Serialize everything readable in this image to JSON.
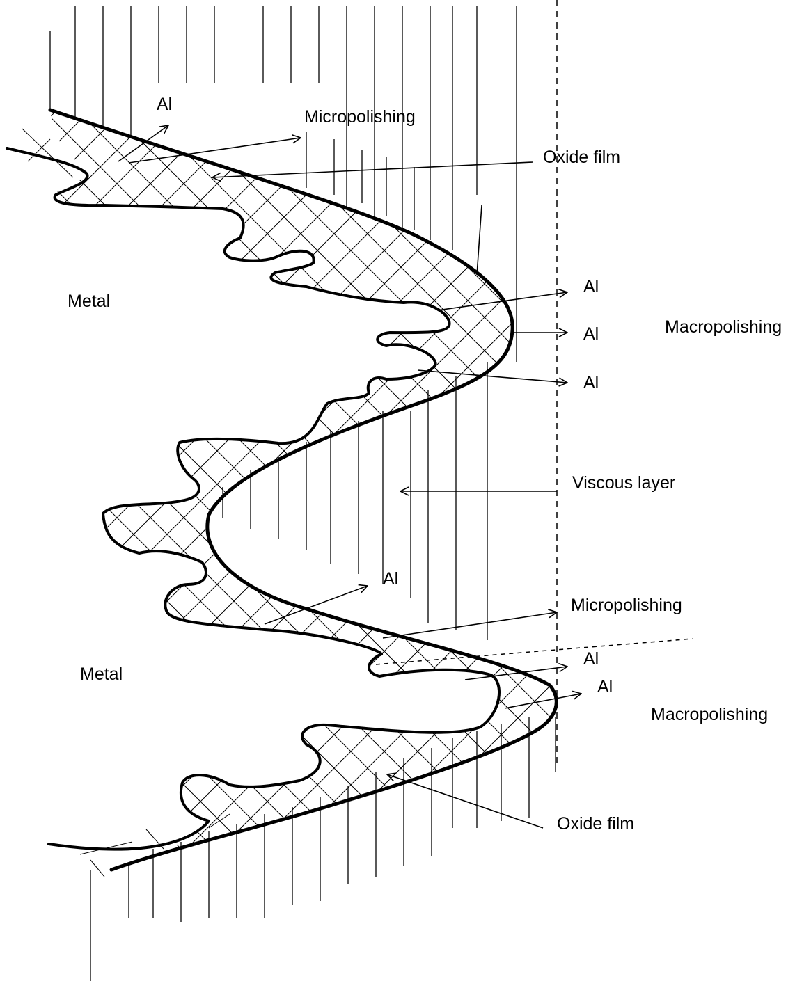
{
  "labels": {
    "al_top": "Al",
    "micropolishing_top": "Micropolishing",
    "oxide_film_top": "Oxide film",
    "metal_top": "Metal",
    "al_mid_1": "Al",
    "al_mid_2": "Al",
    "al_mid_3": "Al",
    "macropolishing_top": "Macropolishing",
    "viscous_layer": "Viscous layer",
    "al_lower": "Al",
    "micropolishing_bottom": "Micropolishing",
    "metal_bottom": "Metal",
    "al_low_1": "Al",
    "al_low_2": "Al",
    "macropolishing_bottom": "Macropolishing",
    "oxide_film_bottom": "Oxide film"
  },
  "colors": {
    "ink": "#000000",
    "background": "#ffffff"
  }
}
